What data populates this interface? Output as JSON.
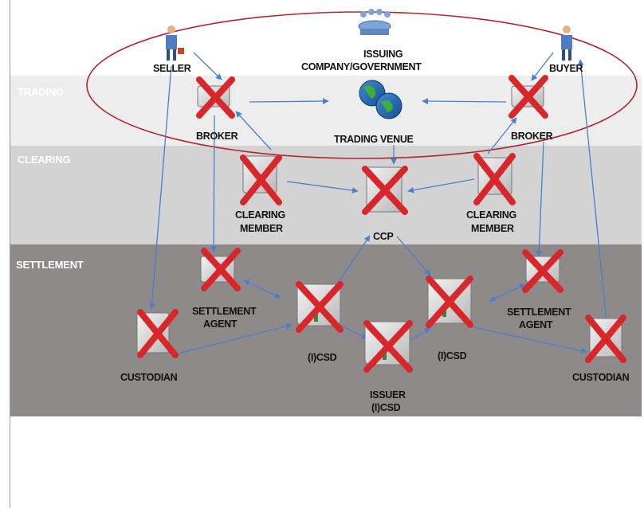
{
  "bands": {
    "trading": "TRADING",
    "clearing": "CLEARING",
    "settlement": "SETTLEMENT"
  },
  "nodes": {
    "seller": "SELLER",
    "buyer": "BUYER",
    "issuing_line1": "ISSUING",
    "issuing_line2": "COMPANY/GOVERNMENT",
    "broker_left": "BROKER",
    "broker_right": "BROKER",
    "trading_venue": "TRADING VENUE",
    "clearing_member_left_1": "CLEARING",
    "clearing_member_left_2": "MEMBER",
    "clearing_member_right_1": "CLEARING",
    "clearing_member_right_2": "MEMBER",
    "ccp": "CCP",
    "settlement_agent_left_1": "SETTLEMENT",
    "settlement_agent_left_2": "AGENT",
    "settlement_agent_right_1": "SETTLEMENT",
    "settlement_agent_right_2": "AGENT",
    "custodian_left": "CUSTODIAN",
    "custodian_right": "CUSTODIAN",
    "icsd_left": "(I)CSD",
    "icsd_right": "(I)CSD",
    "issuer_icsd_1": "ISSUER",
    "issuer_icsd_2": "(I)CSD"
  },
  "colors": {
    "arrow": "#4a7fd0",
    "cross": "#d8262b",
    "ellipse": "#b3252a"
  }
}
